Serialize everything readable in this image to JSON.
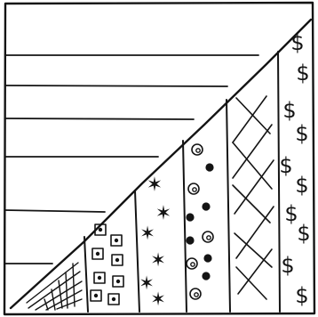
{
  "drawing": {
    "ink_color": "#141414",
    "paper_color": "#ffffff",
    "strips": [
      {
        "pattern": "diagonal-grid-hatching"
      },
      {
        "pattern": "squares-with-dots"
      },
      {
        "pattern": "stars"
      },
      {
        "pattern": "spirals-and-dots"
      },
      {
        "pattern": "diagonal-crosshatch"
      },
      {
        "pattern": "dollar-signs"
      }
    ]
  }
}
